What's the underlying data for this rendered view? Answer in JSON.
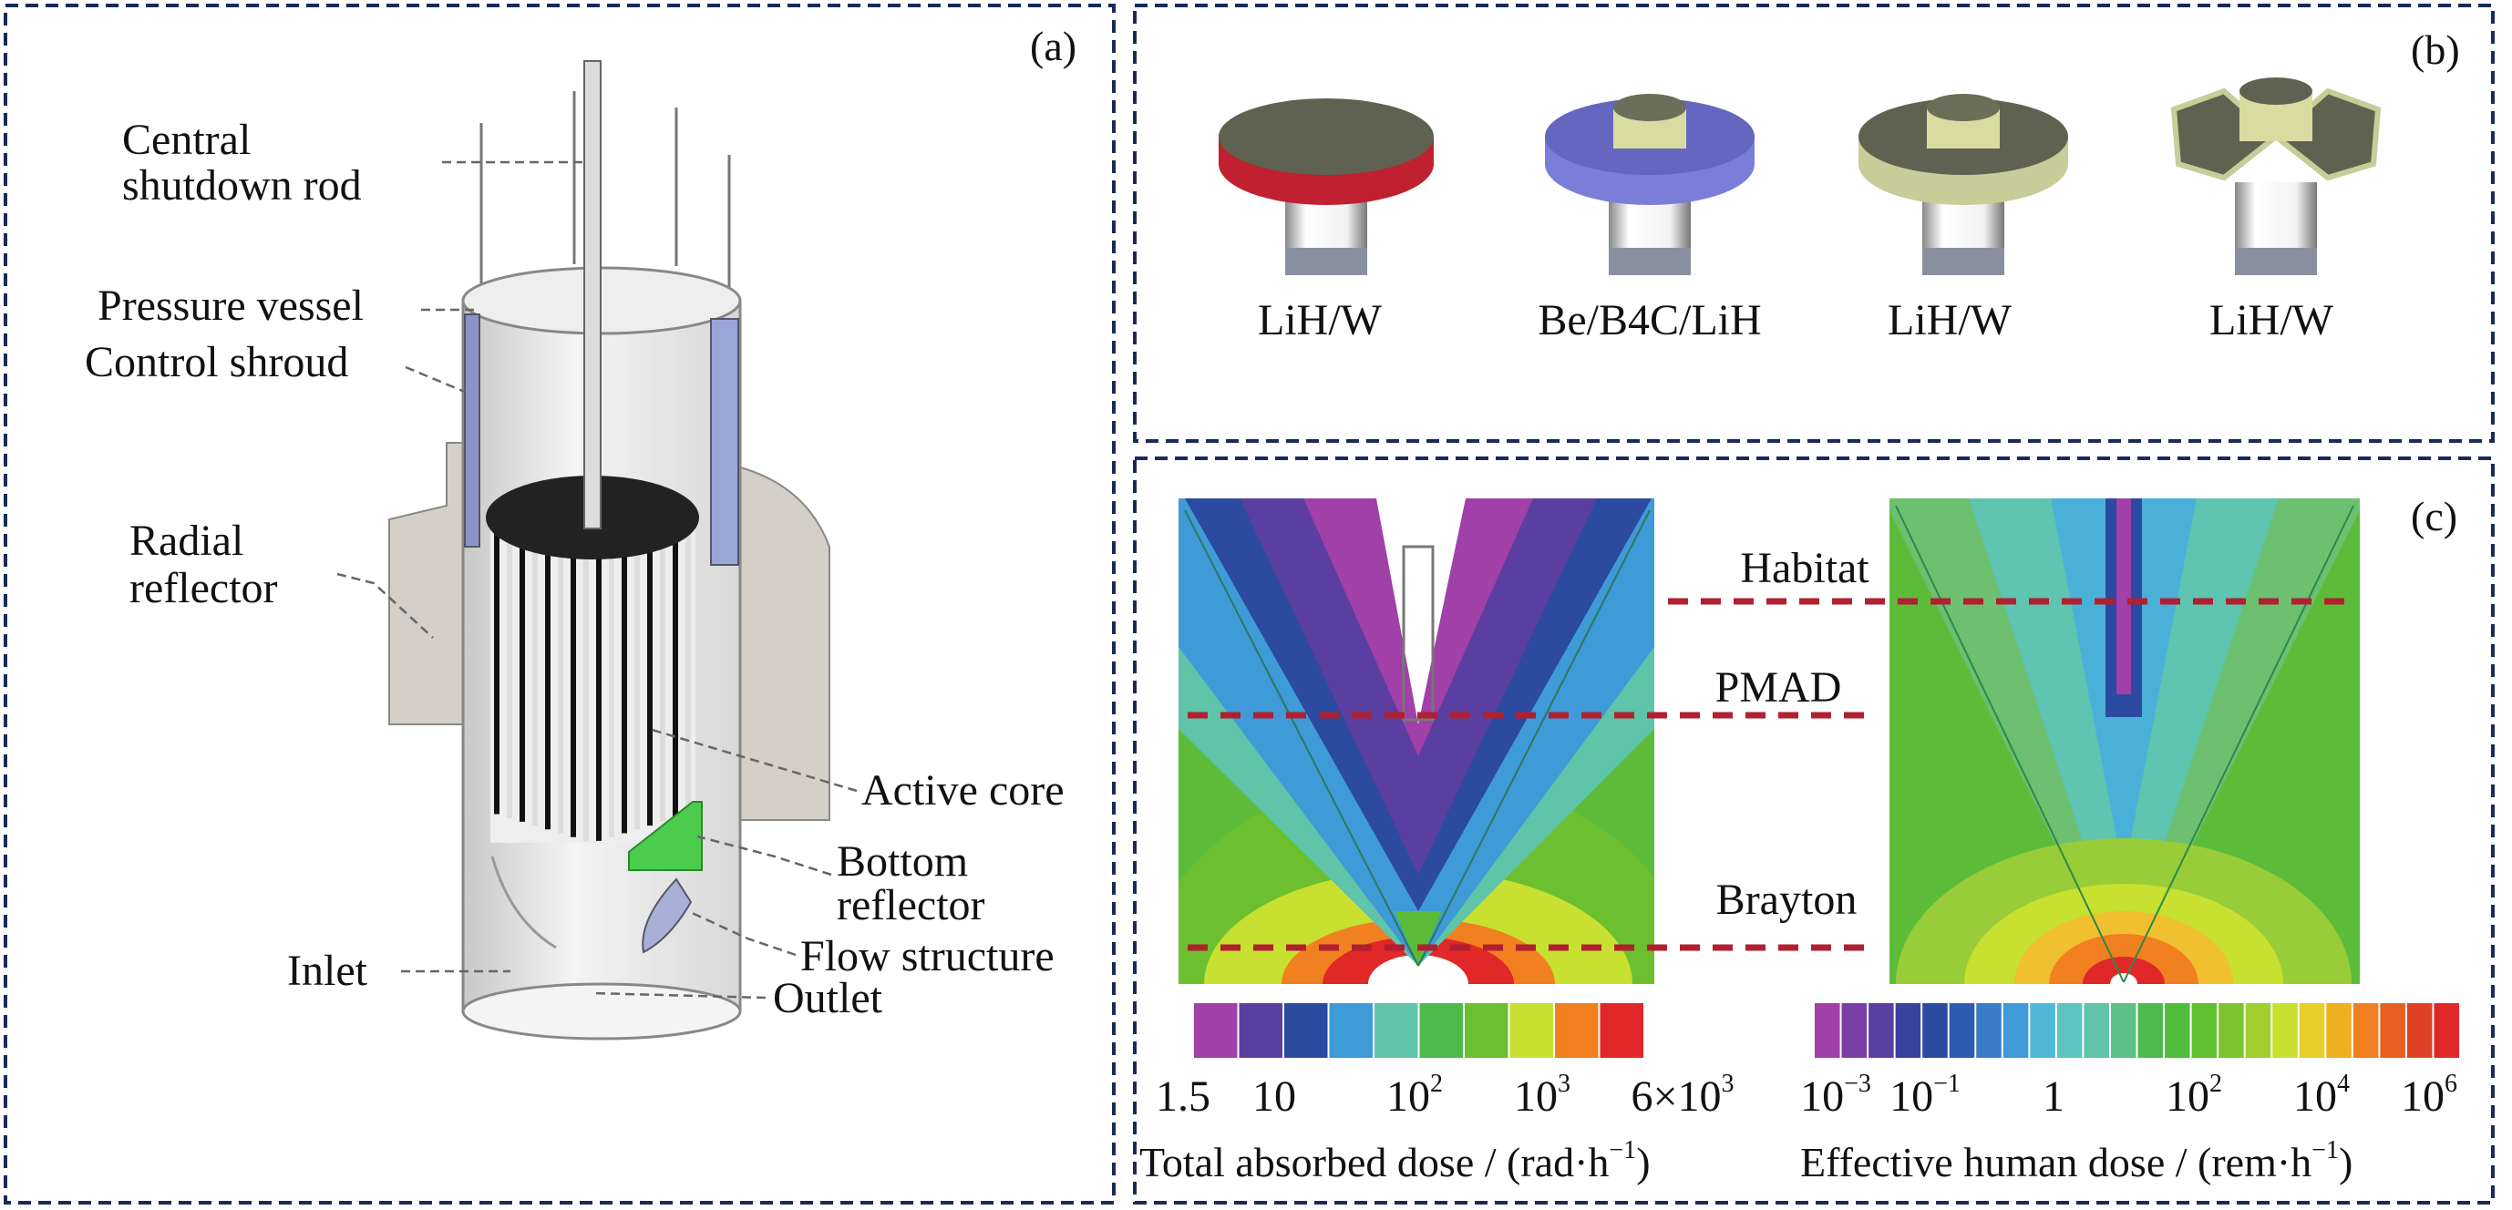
{
  "panels": {
    "a": {
      "tag": "(a)",
      "labels": {
        "central_1": "Central",
        "central_2": "shutdown rod",
        "pressure_vessel": "Pressure vessel",
        "control_shroud": "Control shroud",
        "radial_1": "Radial",
        "radial_2": "reflector",
        "active_core": "Active core",
        "bottom_1": "Bottom",
        "bottom_2": "reflector",
        "flow_structure": "Flow structure",
        "inlet": "Inlet",
        "outlet": "Outlet"
      }
    },
    "b": {
      "tag": "(b)",
      "shields": [
        {
          "label": "LiH/W"
        },
        {
          "label": "Be/B4C/LiH"
        },
        {
          "label": "LiH/W"
        },
        {
          "label": "LiH/W"
        }
      ]
    },
    "c": {
      "tag": "(c)",
      "levels": {
        "habitat": "Habitat",
        "pmad": "PMAD",
        "brayton": "Brayton"
      },
      "left_bar": {
        "colors": [
          "#a040a8",
          "#5a3fa0",
          "#2b4aa0",
          "#3f9ad8",
          "#5fc4a8",
          "#4cbb4c",
          "#6cc030",
          "#c8e030",
          "#f08020",
          "#e02828"
        ],
        "ticks": [
          {
            "base": "1.5",
            "exp": ""
          },
          {
            "base": "10",
            "exp": ""
          },
          {
            "base": "10",
            "exp": "2"
          },
          {
            "base": "10",
            "exp": "3"
          },
          {
            "base": "6×10",
            "exp": "3"
          }
        ],
        "title": {
          "pre": "Total absorbed dose / (rad·h",
          "exp": "−1",
          "post": ")"
        }
      },
      "right_bar": {
        "colors": [
          "#a040a8",
          "#7a3ea6",
          "#5a3fa0",
          "#3a42a0",
          "#2b4aa0",
          "#2f5cb0",
          "#3a7cc8",
          "#3f9ad8",
          "#4fb8d8",
          "#5fc4c0",
          "#5fc4a8",
          "#5cc088",
          "#4cbb4c",
          "#50bc3c",
          "#60c030",
          "#7cc430",
          "#a0d030",
          "#c8e030",
          "#e8d028",
          "#f0b020",
          "#f08020",
          "#e86020",
          "#e04024",
          "#e02828"
        ],
        "ticks": [
          {
            "base": "10",
            "exp": "−3"
          },
          {
            "base": "10",
            "exp": "−1"
          },
          {
            "base": "1",
            "exp": ""
          },
          {
            "base": "10",
            "exp": "2"
          },
          {
            "base": "10",
            "exp": "4"
          },
          {
            "base": "10",
            "exp": "6"
          }
        ],
        "title": {
          "pre": "Effective human dose / (rem·h",
          "exp": "−1",
          "post": ")"
        }
      }
    }
  },
  "colors": {
    "frame": "#1a2a5a",
    "level_line": "#b02030",
    "shroud": "#8a94c8",
    "bottom_reflector": "#4ccc4c",
    "reflector": "#d4d0c8"
  }
}
